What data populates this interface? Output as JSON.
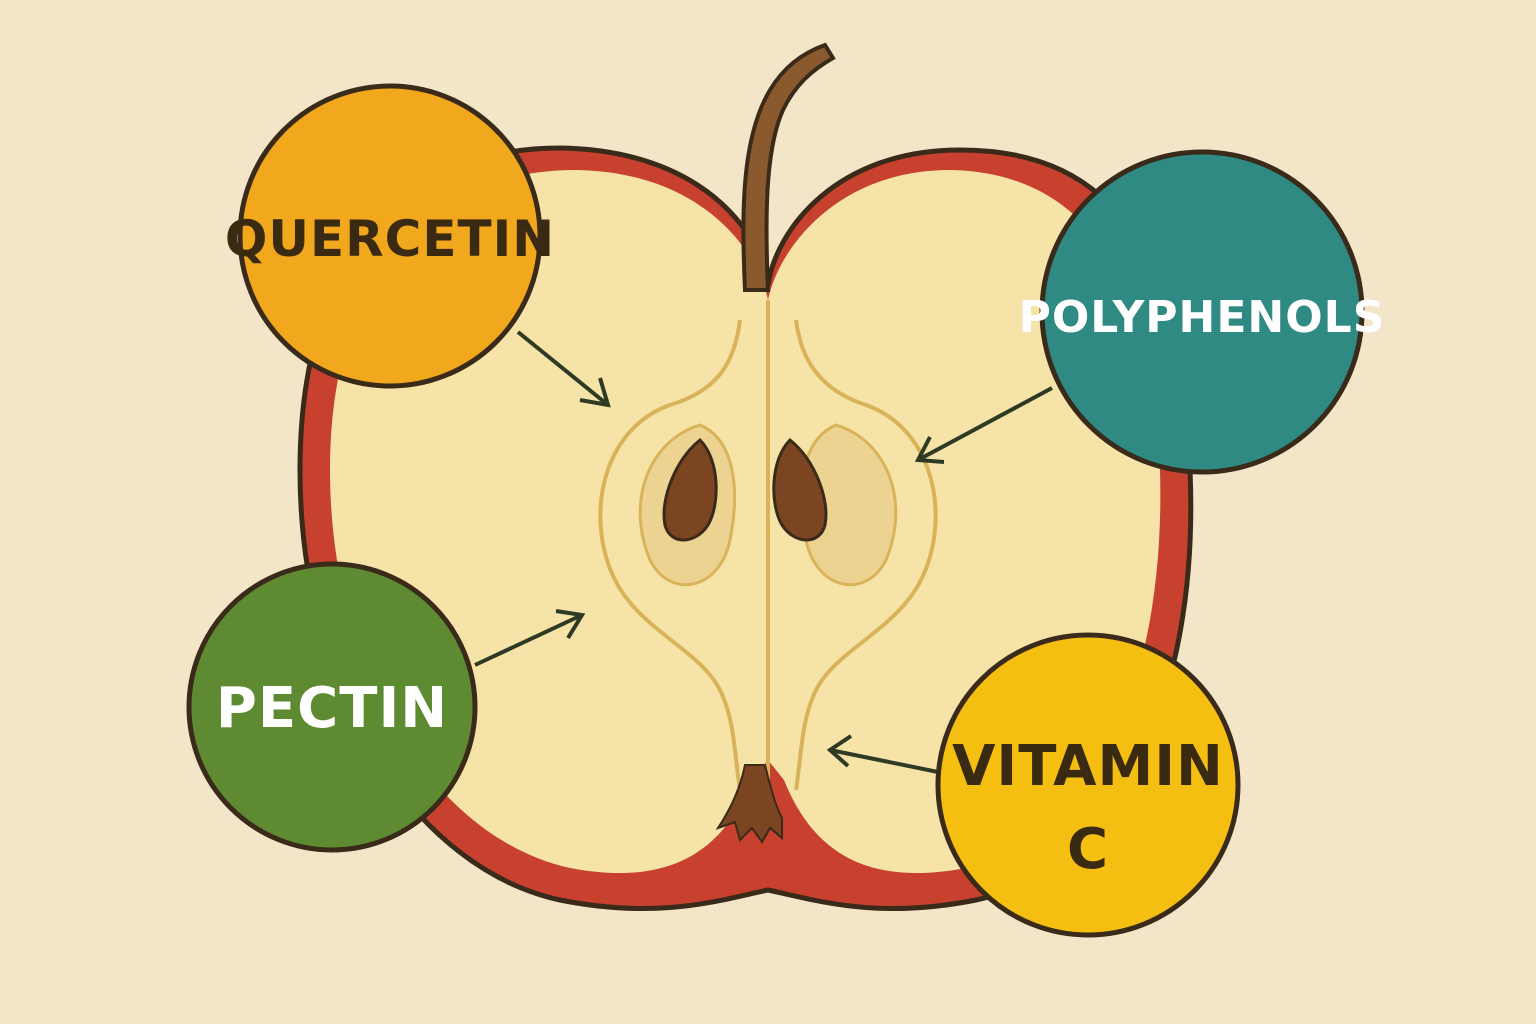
{
  "colors": {
    "background": "#f3e6c8",
    "apple_skin": "#c8412e",
    "apple_flesh": "#f6e3a8",
    "core_line": "#d9b35a",
    "seed": "#7a4520",
    "stem": "#8a5a2e",
    "outline": "#3a2a1a"
  },
  "nutrients": [
    {
      "label_lines": [
        "QUERCETIN"
      ],
      "color": "#f2a81d",
      "text_color": "#3a2a12"
    },
    {
      "label_lines": [
        "POLYPHENOLS"
      ],
      "color": "#2f8a83",
      "text_color": "#ffffff"
    },
    {
      "label_lines": [
        "PECTIN"
      ],
      "color": "#5e8a32",
      "text_color": "#ffffff"
    },
    {
      "label_lines": [
        "VITAMIN",
        "C"
      ],
      "color": "#f5bf12",
      "text_color": "#3a2a12"
    }
  ]
}
